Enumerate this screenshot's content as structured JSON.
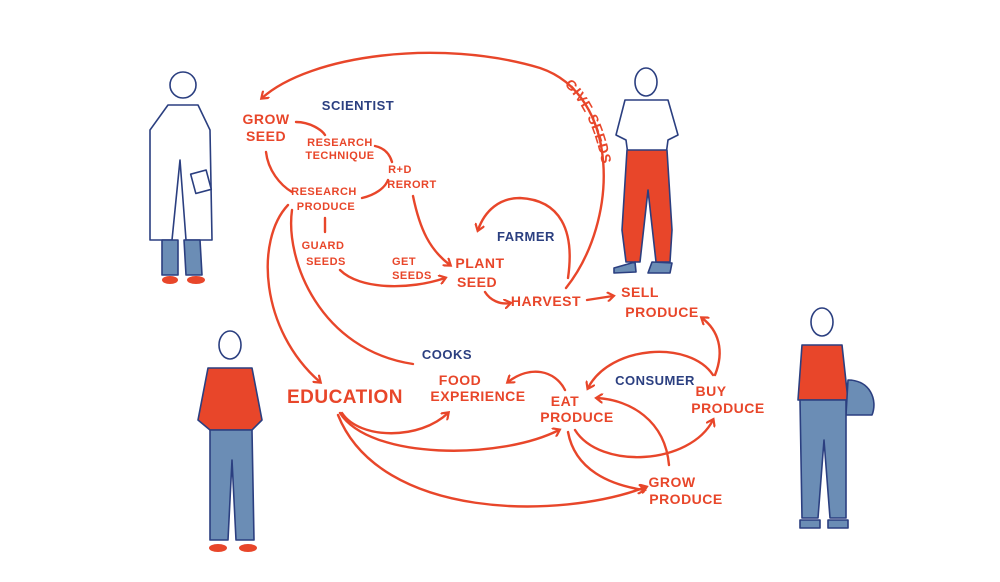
{
  "colors": {
    "accent": "#e8462a",
    "role": "#2b3f80",
    "clothing": "#6b8db5"
  },
  "roles": {
    "scientist": "SCIENTIST",
    "farmer": "FARMER",
    "cooks": "COOKS",
    "consumer": "CONSUMER"
  },
  "nodes": {
    "grow_seed": [
      "GROW",
      "SEED"
    ],
    "research_technique": [
      "RESEARCH",
      "TECHNIQUE"
    ],
    "rd_report": [
      "R+D",
      "RERORT"
    ],
    "research_produce": [
      "RESEARCH",
      "PRODUCE"
    ],
    "guard_seeds": [
      "GUARD",
      "SEEDS"
    ],
    "get_seeds": [
      "GET",
      "SEEDS"
    ],
    "plant_seed": [
      "PLANT",
      "SEED"
    ],
    "harvest": "HARVEST",
    "sell_produce": [
      "SELL",
      "PRODUCE"
    ],
    "give_seeds": "GIVE SEEDS",
    "education": "EDUCATION",
    "food_experience": [
      "FOOD",
      "EXPERIENCE"
    ],
    "eat_produce": [
      "EAT",
      "PRODUCE"
    ],
    "buy_produce": [
      "BUY",
      "PRODUCE"
    ],
    "grow_produce": [
      "GROW",
      "PRODUCE"
    ]
  }
}
